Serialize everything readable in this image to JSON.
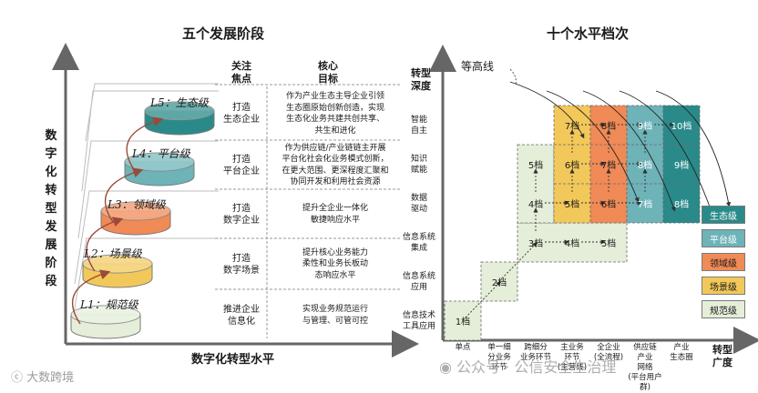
{
  "left": {
    "title": "五个发展阶段",
    "yaxis_chars": [
      "数",
      "字",
      "化",
      "转",
      "型",
      "发",
      "展",
      "阶",
      "段"
    ],
    "xaxis": "数字化转型水平",
    "col_focus": "关注\n焦点",
    "col_goal": "核心\n目标",
    "levels": [
      {
        "label": "L5：生态级",
        "focus": "打造\n生态企业",
        "goal": "作为产业生态主导企业引领\n生态圈原始创新创造，实现\n生态化业务共建共创共享、\n共生和进化",
        "color": "#2a8a8a"
      },
      {
        "label": "L4：平台级",
        "focus": "打造\n平台企业",
        "goal": "作为供应链/产业链链主开展\n平台化社会化业务模式创新，\n在更大范围、更深程度汇聚和\n协同开发和利用社会资源",
        "color": "#6db3b8"
      },
      {
        "label": "L3：领域级",
        "focus": "打造\n数字企业",
        "goal": "提升全企业一体化\n敏捷响应水平",
        "color": "#f08a56"
      },
      {
        "label": "L2：场景级",
        "focus": "打造\n数字场景",
        "goal": "提升核心业务能力\n柔性和业务长板动\n态响应水平",
        "color": "#f2c85a"
      },
      {
        "label": "L1：规范级",
        "focus": "推进企业\n信息化",
        "goal": "实现业务规范运行\n与管理、可管可控",
        "color": "#e4eed8"
      }
    ]
  },
  "right": {
    "title": "十个水平档次",
    "contour_label": "等高线",
    "y_title": "转型\n深度",
    "x_title": "转型\n广度",
    "y_labels": [
      "智能\n自主",
      "知识\n赋能",
      "数据\n驱动",
      "信息系统\n集成",
      "信息系统\n应用",
      "信息技术\n工具应用"
    ],
    "x_labels": [
      "单点",
      "单一细\n分业务\n环节",
      "跨细分\n业务环节",
      "主业务\n环节\n(主营线)",
      "全企业\n(全流程)",
      "供应链\n产业\n网络\n(平台用户群)",
      "产业\n生态圈"
    ],
    "cells": [
      "1档",
      "2档",
      "3档",
      "4档",
      "5档",
      "4档",
      "5档",
      "6档",
      "7档",
      "8档",
      "5档",
      "6档",
      "7档",
      "8档",
      "9档",
      "7档",
      "8档",
      "9档",
      "10档"
    ],
    "legend": [
      {
        "label": "生态级",
        "color": "#2a8a8a"
      },
      {
        "label": "平台级",
        "color": "#6db3b8"
      },
      {
        "label": "领域级",
        "color": "#f08a56"
      },
      {
        "label": "场景级",
        "color": "#f2c85a"
      },
      {
        "label": "规范级",
        "color": "#e4eed8"
      }
    ]
  },
  "watermark": {
    "left": "大数跨境",
    "right": "公众号 · 公信安全生治理"
  }
}
